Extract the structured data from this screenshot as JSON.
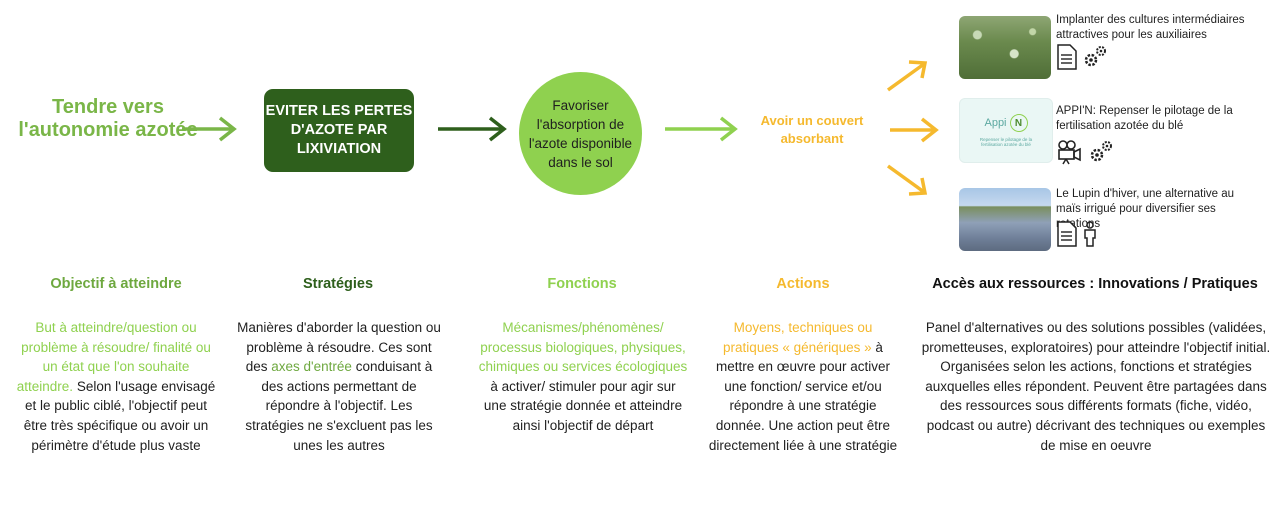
{
  "flow": {
    "goal": "Tendre vers l'autonomie azotée",
    "strategy": "EVITER LES PERTES D'AZOTE PAR LIXIVIATION",
    "function": "Favoriser l'absorption de l'azote disponible dans le sol",
    "action": "Avoir un couvert absorbant"
  },
  "resources": [
    {
      "title": "Implanter des cultures intermédiaires attractives pour les auxiliaires",
      "icons": [
        "document-icon",
        "gears-icon"
      ]
    },
    {
      "title": "APPI'N: Repenser le pilotage de la fertilisation azotée du blé",
      "icons": [
        "video-camera-icon",
        "gears-icon"
      ],
      "thumb_logo": "Appi",
      "thumb_logo_badge": "N",
      "thumb_sub": "Repenser le pilotage de la fertilisation azotée du blé"
    },
    {
      "title": "Le Lupin d'hiver, une alternative au maïs irrigué pour diversifier ses rotations",
      "icons": [
        "document-icon",
        "person-icon"
      ]
    }
  ],
  "columns": {
    "objectif": {
      "heading": "Objectif à atteindre",
      "highlight": "But à atteindre/question ou problème à résoudre/ finalité ou un état que l'on souhaite atteindre.",
      "rest": "Selon l'usage envisagé et le public ciblé, l'objectif peut être très spécifique ou avoir un périmètre d'étude plus vaste"
    },
    "strategies": {
      "heading": "Stratégies",
      "part1": "Manières d'aborder la question ou problème à résoudre. Ces sont des",
      "highlight": "axes d'entrée",
      "part2": "conduisant à des actions permettant de répondre à l'objectif. Les stratégies ne s'excluent pas les unes les autres"
    },
    "fonctions": {
      "heading": "Fonctions",
      "highlight": "Mécanismes/phénomènes/ processus biologiques, physiques, chimiques ou services écologiques",
      "rest": "à activer/ stimuler pour agir sur une stratégie donnée et atteindre ainsi l'objectif de départ"
    },
    "actions": {
      "heading": "Actions",
      "highlight": "Moyens, techniques ou pratiques « génériques »",
      "rest": "à mettre en œuvre pour activer une fonction/ service et/ou répondre à une stratégie donnée. Une action peut être directement liée à une stratégie"
    },
    "acces": {
      "heading": "Accès aux ressources : Innovations / Pratiques",
      "body": "Panel d'alternatives ou des solutions possibles (validées, prometteuses, exploratoires) pour atteindre l'objectif initial. Organisées selon les actions, fonctions et stratégies auxquelles elles répondent. Peuvent être partagées dans des ressources sous différents formats (fiche, vidéo, podcast ou autre) décrivant des techniques ou exemples de mise en oeuvre"
    }
  },
  "colors": {
    "goal_green": "#7ab648",
    "strategy_dark_green": "#2e5f1c",
    "function_light_green": "#8fd14f",
    "action_orange": "#f5b92e"
  }
}
